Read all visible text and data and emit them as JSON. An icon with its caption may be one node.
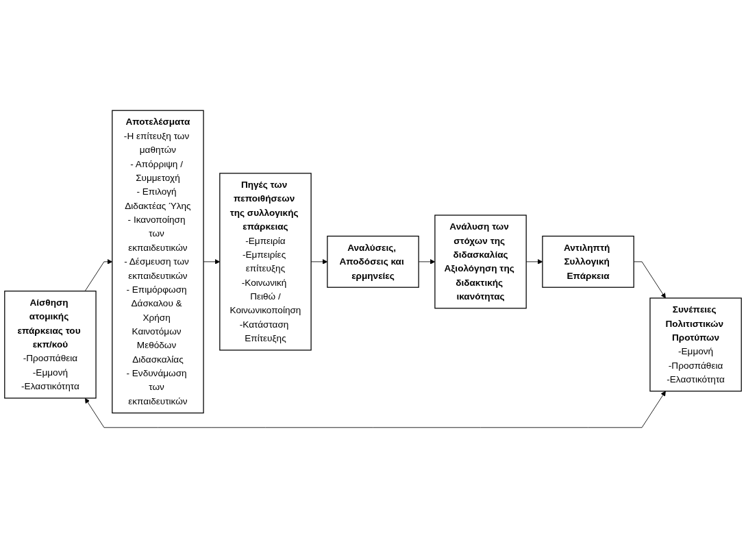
{
  "diagram": {
    "nodes": [
      {
        "text": [
          "Πηγές των πεποιθήσεων της συλλογικής επάρκειας",
          "-Εμπειρία",
          "-Εμπειρίες επίτευξης",
          "-Κοινωνική Πειθώ /Κοινωνικοποίηση",
          "-Κατάσταση Επίτευξης"
        ]
      },
      {
        "text": [
          "Αναλύσεις, Αποδόσεις και ερμηνείες"
        ]
      },
      {
        "text": [
          "Ανάλυση των στόχων της διδασκαλίας",
          "Αξιολόγηση της διδακτικής ικανότητας"
        ]
      },
      {
        "text": [
          "Αντιληπτή Συλλογική Επάρκεια"
        ]
      },
      {
        "text": [
          "Συνέπειες Πολιτιστικών Προτύπων",
          "-Εμμονή",
          "-Προσπάθεια",
          "-Ελαστικότητα"
        ]
      },
      {
        "text": [
          "Αίσθηση ατομικής επάρκειας του εκπ/κού",
          "-Προσπάθεια",
          "-Εμμονή",
          "-Ελαστικότητα"
        ]
      },
      {
        "text": [
          "Αποτελέσματα",
          "-Η επίτευξη των μαθητών",
          "- Απόρριψη / Συμμετοχή",
          "- Επιλογή Διδακτέας Ύλης",
          "- Ικανοποίηση των εκπαιδευτικών",
          "- Δέσμευση των εκπαιδευτικών",
          "- Επιμόρφωση Δάσκαλου & Χρήση Καινοτόμων Μεθόδων Διδασκαλίας",
          "- Ενδυνάμωση των εκπαιδευτικών"
        ]
      }
    ],
    "edges": [
      {
        "from": 0,
        "to": 1,
        "arrow": "to"
      },
      {
        "from": 1,
        "to": 2,
        "arrow": "to"
      },
      {
        "from": 2,
        "to": 3,
        "arrow": "to"
      },
      {
        "from": 3,
        "to": 4,
        "arrow": "to"
      },
      {
        "from": 5,
        "to": 4,
        "arrow": "both"
      },
      {
        "from": 5,
        "to": 6,
        "arrow": "to"
      },
      {
        "from": 6,
        "to": 0,
        "arrow": "to"
      }
    ]
  }
}
